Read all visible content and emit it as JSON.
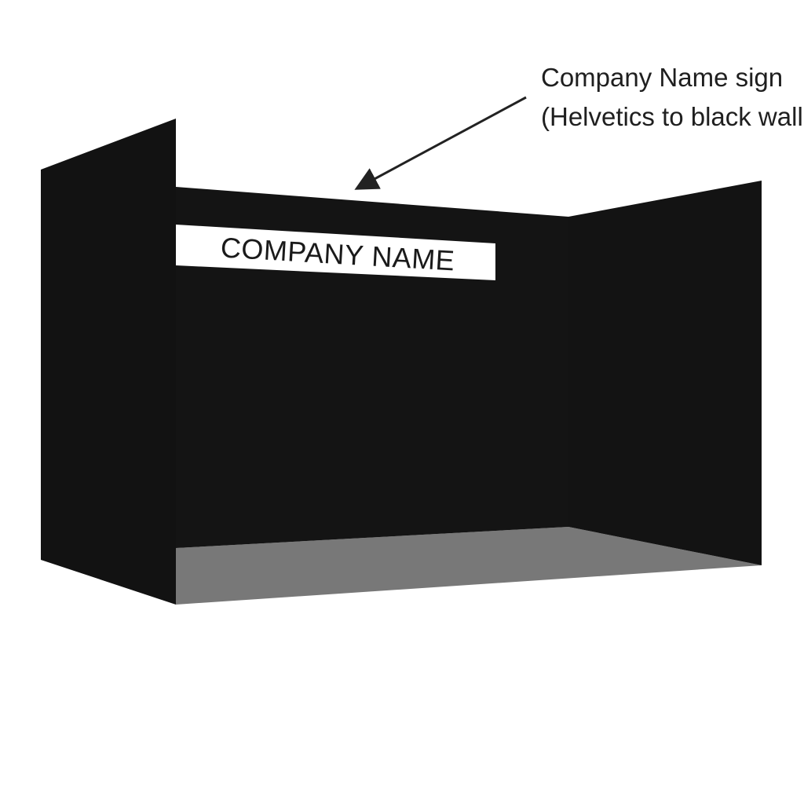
{
  "sign": {
    "text": "COMPANY NAME"
  },
  "annotation": {
    "line1": "Company Name sign",
    "line2": "(Helvetics to black wall"
  },
  "colors": {
    "background": "#ffffff",
    "back_wall": "#141414",
    "left_wall": "#121212",
    "right_wall": "#131313",
    "floor": "#787878",
    "sign_panel": "#ffffff",
    "sign_text": "#1a1a1a",
    "arrow": "#222222"
  }
}
